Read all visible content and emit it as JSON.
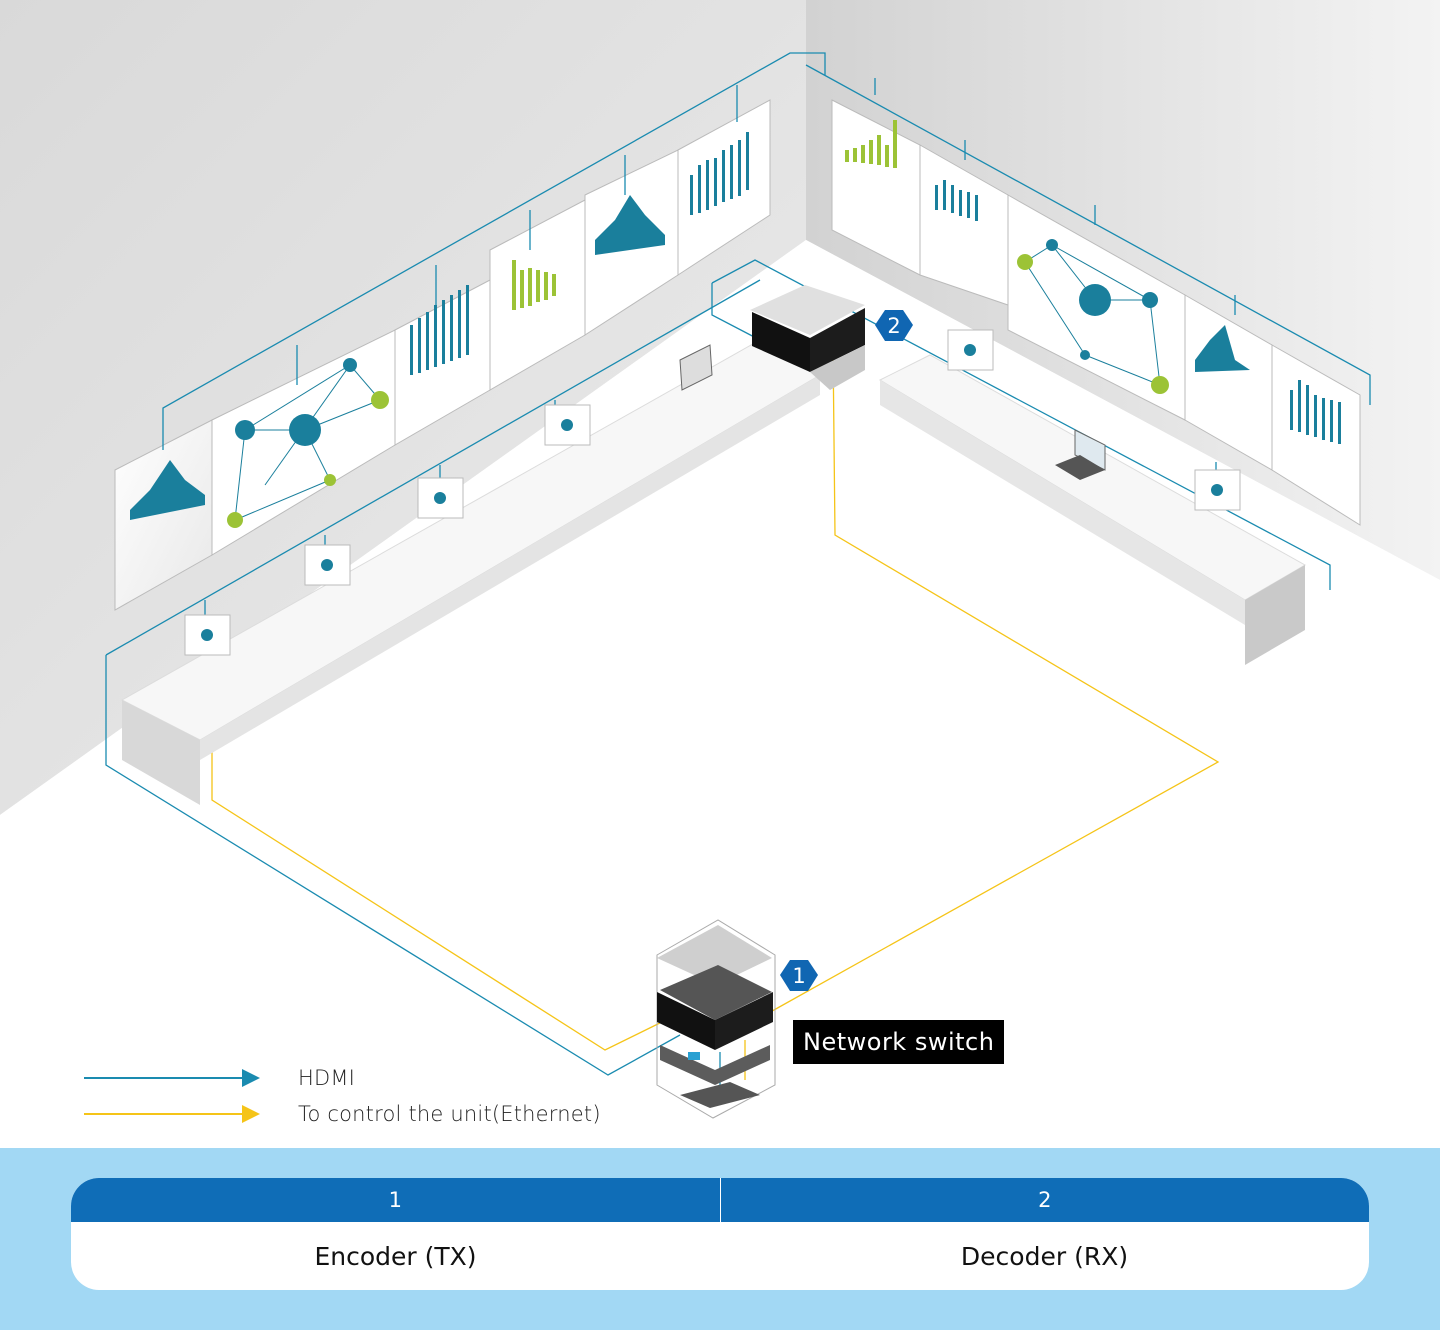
{
  "colors": {
    "hdmi": "#1a8bb0",
    "ethernet": "#f5c418",
    "badge": "#1066b2",
    "header": "#0f6db7",
    "footer_bg": "#a2d8f4",
    "teal": "#1a7f9c",
    "green": "#9cc336"
  },
  "badges": {
    "encoder": "1",
    "decoder": "2"
  },
  "network_switch_label": "Network switch",
  "legend": [
    {
      "icon": "hdmi-arrow-icon",
      "label": "HDMI"
    },
    {
      "icon": "ethernet-arrow-icon",
      "label": "To control the unit(Ethernet)"
    }
  ],
  "table": {
    "headers": [
      "1",
      "2"
    ],
    "rows": [
      [
        "Encoder (TX)",
        "Decoder (RX)"
      ]
    ]
  }
}
